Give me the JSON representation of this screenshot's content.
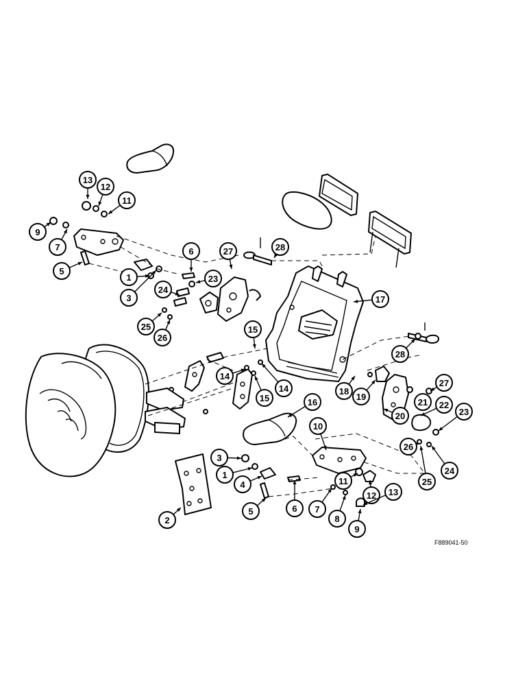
{
  "figure_reference": "F889041-50",
  "callouts": [
    {
      "id": "c13a",
      "label": "13",
      "name": "callout-13-left"
    },
    {
      "id": "c12a",
      "label": "12",
      "name": "callout-12-left"
    },
    {
      "id": "c11a",
      "label": "11",
      "name": "callout-11-left"
    },
    {
      "id": "c9a",
      "label": "9",
      "name": "callout-9-left"
    },
    {
      "id": "c7a",
      "label": "7",
      "name": "callout-7-left"
    },
    {
      "id": "c5a",
      "label": "5",
      "name": "callout-5-left"
    },
    {
      "id": "c1a",
      "label": "1",
      "name": "callout-1-left"
    },
    {
      "id": "c3a",
      "label": "3",
      "name": "callout-3-left"
    },
    {
      "id": "c6a",
      "label": "6",
      "name": "callout-6-left"
    },
    {
      "id": "c23a",
      "label": "23",
      "name": "callout-23-left"
    },
    {
      "id": "c24a",
      "label": "24",
      "name": "callout-24-left"
    },
    {
      "id": "c25a",
      "label": "25",
      "name": "callout-25-left"
    },
    {
      "id": "c26a",
      "label": "26",
      "name": "callout-26-left"
    },
    {
      "id": "c27a",
      "label": "27",
      "name": "callout-27-left"
    },
    {
      "id": "c28a",
      "label": "28",
      "name": "callout-28-top"
    },
    {
      "id": "c17",
      "label": "17",
      "name": "callout-17"
    },
    {
      "id": "c15a",
      "label": "15",
      "name": "callout-15-upper"
    },
    {
      "id": "c14a",
      "label": "14",
      "name": "callout-14-left"
    },
    {
      "id": "c15b",
      "label": "15",
      "name": "callout-15-lower"
    },
    {
      "id": "c14b",
      "label": "14",
      "name": "callout-14-right"
    },
    {
      "id": "c28b",
      "label": "28",
      "name": "callout-28-right"
    },
    {
      "id": "c18",
      "label": "18",
      "name": "callout-18"
    },
    {
      "id": "c19",
      "label": "19",
      "name": "callout-19"
    },
    {
      "id": "c27b",
      "label": "27",
      "name": "callout-27-right"
    },
    {
      "id": "c21",
      "label": "21",
      "name": "callout-21"
    },
    {
      "id": "c22",
      "label": "22",
      "name": "callout-22"
    },
    {
      "id": "c20",
      "label": "20",
      "name": "callout-20"
    },
    {
      "id": "c23b",
      "label": "23",
      "name": "callout-23-right"
    },
    {
      "id": "c16",
      "label": "16",
      "name": "callout-16"
    },
    {
      "id": "c10",
      "label": "10",
      "name": "callout-10"
    },
    {
      "id": "c26b",
      "label": "26",
      "name": "callout-26-right"
    },
    {
      "id": "c24b",
      "label": "24",
      "name": "callout-24-right"
    },
    {
      "id": "c25b",
      "label": "25",
      "name": "callout-25-right"
    },
    {
      "id": "c3b",
      "label": "3",
      "name": "callout-3-lower"
    },
    {
      "id": "c1b",
      "label": "1",
      "name": "callout-1-lower"
    },
    {
      "id": "c4",
      "label": "4",
      "name": "callout-4"
    },
    {
      "id": "c11b",
      "label": "11",
      "name": "callout-11-lower"
    },
    {
      "id": "c12b",
      "label": "12",
      "name": "callout-12-lower"
    },
    {
      "id": "c13b",
      "label": "13",
      "name": "callout-13-lower"
    },
    {
      "id": "c2",
      "label": "2",
      "name": "callout-2"
    },
    {
      "id": "c5b",
      "label": "5",
      "name": "callout-5-lower"
    },
    {
      "id": "c6b",
      "label": "6",
      "name": "callout-6-lower"
    },
    {
      "id": "c7b",
      "label": "7",
      "name": "callout-7-lower"
    },
    {
      "id": "c8",
      "label": "8",
      "name": "callout-8"
    },
    {
      "id": "c9b",
      "label": "9",
      "name": "callout-9-lower"
    }
  ]
}
